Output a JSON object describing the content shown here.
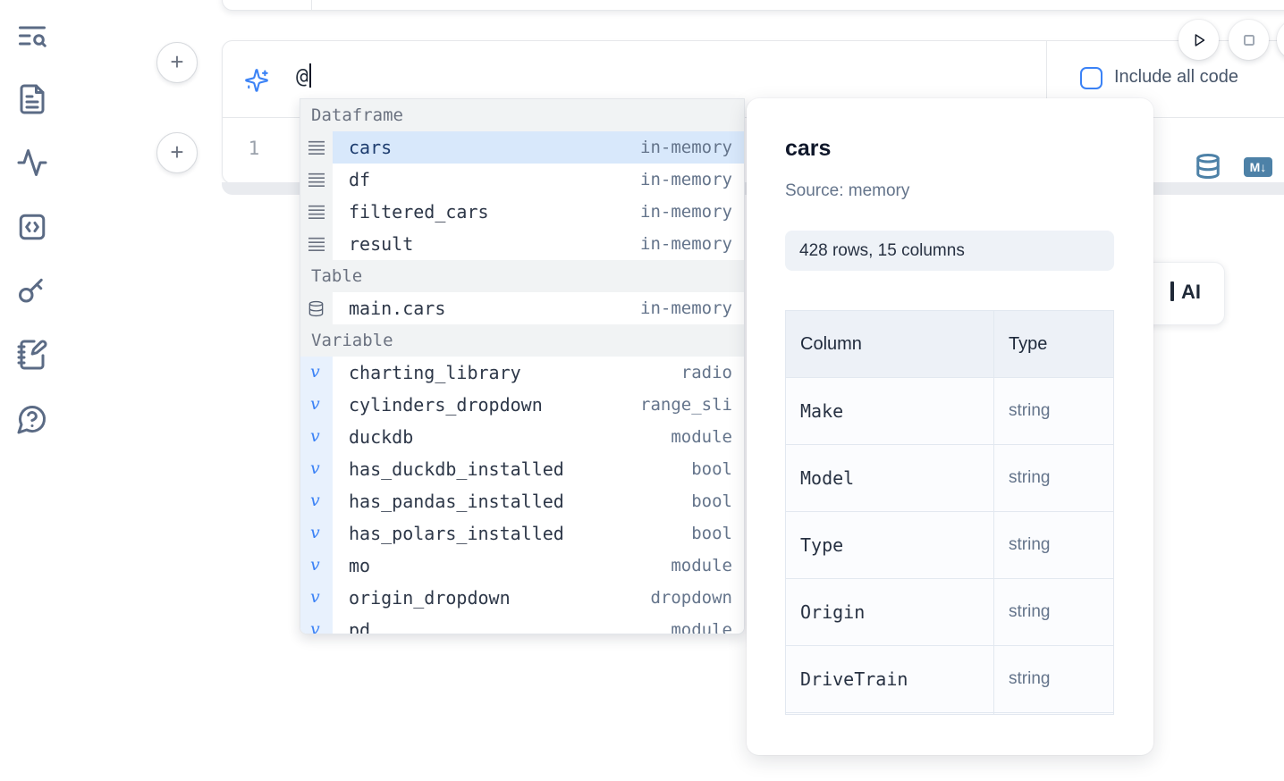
{
  "sidebar": {
    "icons": [
      "list-search",
      "file-text",
      "activity",
      "code-snippets",
      "key",
      "notebook-edit",
      "help-chat"
    ]
  },
  "toolbar": {
    "run_icon": "play",
    "stop_icon": "stop",
    "partial_icon": "clipped-button"
  },
  "checkbox": {
    "label": "Include all code",
    "checked": false
  },
  "ai_input": {
    "value": "@",
    "icon": "sparkles"
  },
  "editor": {
    "line_number": "1"
  },
  "cell_actions": {
    "datasource_icon": "database",
    "markdown_badge": "M↓"
  },
  "ai_button": {
    "label": "AI"
  },
  "add_buttons": {
    "plus": "+"
  },
  "autocomplete": {
    "sections": [
      {
        "label": "Dataframe",
        "items": [
          {
            "name": "cars",
            "detail": "in-memory",
            "selected": true
          },
          {
            "name": "df",
            "detail": "in-memory"
          },
          {
            "name": "filtered_cars",
            "detail": "in-memory"
          },
          {
            "name": "result",
            "detail": "in-memory"
          }
        ]
      },
      {
        "label": "Table",
        "items": [
          {
            "name": "main.cars",
            "detail": "in-memory"
          }
        ]
      },
      {
        "label": "Variable",
        "items": [
          {
            "name": "charting_library",
            "detail": "radio"
          },
          {
            "name": "cylinders_dropdown",
            "detail": "range_sli"
          },
          {
            "name": "duckdb",
            "detail": "module"
          },
          {
            "name": "has_duckdb_installed",
            "detail": "bool"
          },
          {
            "name": "has_pandas_installed",
            "detail": "bool"
          },
          {
            "name": "has_polars_installed",
            "detail": "bool"
          },
          {
            "name": "mo",
            "detail": "module"
          },
          {
            "name": "origin_dropdown",
            "detail": "dropdown"
          },
          {
            "name": "pd",
            "detail": "module"
          }
        ]
      }
    ]
  },
  "preview": {
    "title": "cars",
    "source": "Source: memory",
    "shape_badge": "428 rows, 15 columns",
    "table": {
      "headers": [
        "Column",
        "Type"
      ],
      "rows": [
        [
          "Make",
          "string"
        ],
        [
          "Model",
          "string"
        ],
        [
          "Type",
          "string"
        ],
        [
          "Origin",
          "string"
        ],
        [
          "DriveTrain",
          "string"
        ]
      ]
    }
  },
  "colors": {
    "accent_blue": "#3b82f6",
    "steel_blue": "#4d81a7",
    "selected_row_bg": "#d8e8fb",
    "section_header_bg": "#f1f3f4"
  }
}
